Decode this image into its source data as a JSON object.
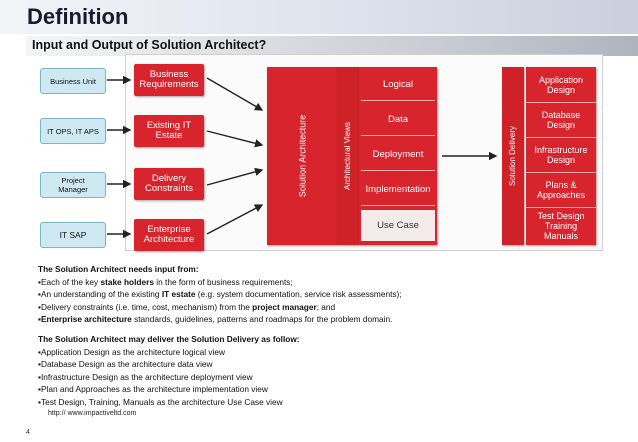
{
  "title": "Definition",
  "subtitle": "Input and Output of Solution Architect?",
  "inputs": [
    "Business Unit",
    "IT OPS, IT APS",
    "Project\nManager",
    "IT SAP"
  ],
  "requirements": [
    "Business\nRequirements",
    "Existing IT\nEstate",
    "Delivery\nConstraints",
    "Enterprise\nArchitecture"
  ],
  "solution_architecture": "Solution Architecture",
  "architectural_views": "Architectural Views",
  "views": [
    "Logical",
    "Data",
    "Deployment",
    "Implementation",
    "Use Case"
  ],
  "solution_delivery": "Solution Delivery",
  "outputs": [
    "Application\nDesign",
    "Database\nDesign",
    "Infrastructure\nDesign",
    "Plans &\nApproaches",
    "Test Design\nTraining\nManuals"
  ],
  "needs_input": {
    "heading": "The Solution Architect needs input from:",
    "l1_a": "Each of the key ",
    "l1_b": "stake holders",
    "l1_c": " in the form of business requirements;",
    "l2_a": "An understanding of the existing ",
    "l2_b": "IT estate",
    "l2_c": " (e.g. system documentation, service risk assessments);",
    "l3_a": "Delivery constraints (i.e. time, cost, mechanism) from the ",
    "l3_b": "project manager",
    "l3_c": "; and",
    "l4_b": "Enterprise architecture",
    "l4_c": " standards, guidelines, patterns and roadmaps for the problem domain."
  },
  "delivers": {
    "heading": "The Solution Architect may deliver the Solution Delivery as follow:",
    "items": [
      "Application Design as the architecture logical view",
      "Database Design as the architecture data view",
      "Infrastructure Design as the architecture deployment view",
      "Plan and Approaches as the architecture implementation view",
      "Test Design, Training, Manuals as the architecture Use Case view"
    ]
  },
  "url": "http:// www.impactiveltd.com",
  "page_number": "4",
  "colors": {
    "red": "#d8242c",
    "input_fill": "#cfe9f3",
    "input_border": "#7fb3c8"
  }
}
